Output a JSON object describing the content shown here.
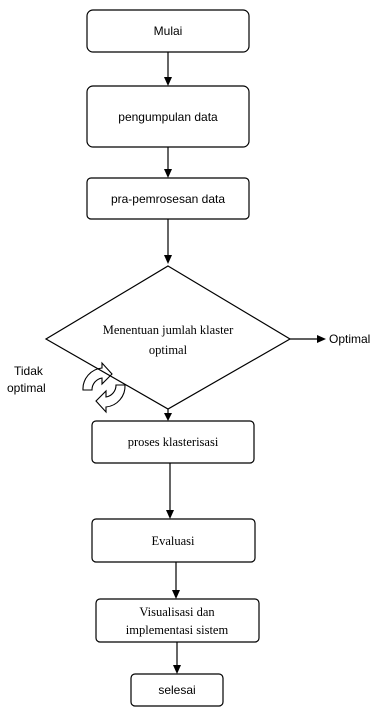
{
  "nodes": {
    "start": "Mulai",
    "collect": "pengumpulan data",
    "preprocess": "pra-pemrosesan data",
    "decision_line1": "Menentuan jumlah klaster",
    "decision_line2": "optimal",
    "clustering": "proses klasterisasi",
    "evaluation": "Evaluasi",
    "visual_line1": "Visualisasi dan",
    "visual_line2": "implementasi sistem",
    "end": "selesai"
  },
  "branches": {
    "yes_label": "Optimal",
    "no_label_line1": "Tidak",
    "no_label_line2": "optimal"
  },
  "icons": {
    "loop": "cycle-arrows-icon"
  }
}
